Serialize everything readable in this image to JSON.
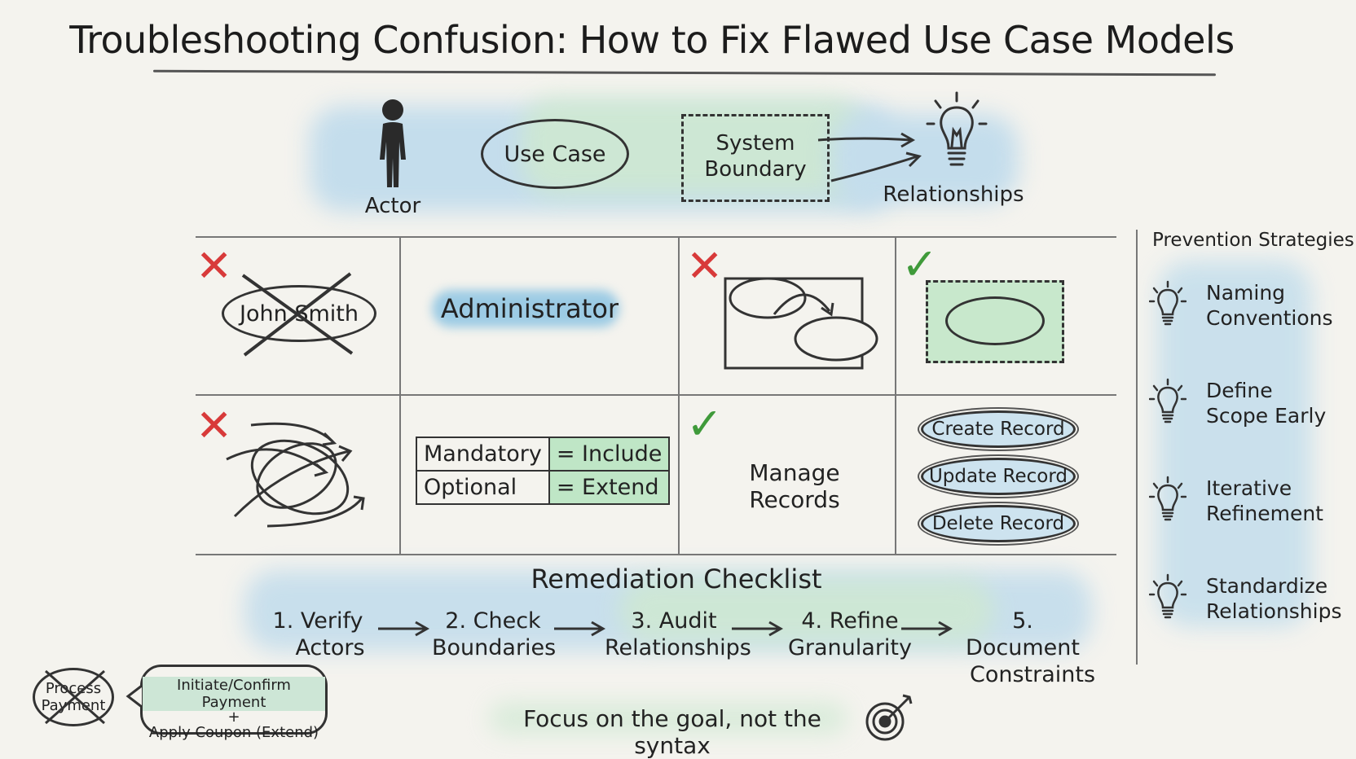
{
  "title": "Troubleshooting Confusion: How to Fix Flawed Use Case Models",
  "legend": {
    "actor": "Actor",
    "use_case": "Use Case",
    "system_boundary": "System Boundary",
    "relationships": "Relationships"
  },
  "grid": {
    "bad_actor_name": "John Smith",
    "good_actor_role": "Administrator",
    "include_extend_table": [
      {
        "condition": "Mandatory",
        "relation": "= Include"
      },
      {
        "condition": "Optional",
        "relation": "= Extend"
      }
    ],
    "merged_use_case": "Manage Records",
    "split_use_cases": [
      "Create Record",
      "Update Record",
      "Delete Record"
    ]
  },
  "checklist": {
    "heading": "Remediation Checklist",
    "steps": [
      {
        "line1": "1. Verify",
        "line2": "Actors"
      },
      {
        "line1": "2. Check",
        "line2": "Boundaries"
      },
      {
        "line1": "3. Audit",
        "line2": "Relationships"
      },
      {
        "line1": "4. Refine",
        "line2": "Granularity"
      },
      {
        "line1": "5. Document",
        "line2": "Constraints"
      }
    ]
  },
  "example": {
    "crossed_out": "Process Payment",
    "replacement_line1": "Initiate/Confirm Payment",
    "replacement_plus": "+",
    "replacement_line2": "Apply Coupon (Extend)"
  },
  "footer": {
    "tagline": "Focus on the goal, not the syntax",
    "icon": "target-icon"
  },
  "prevention": {
    "heading": "Prevention Strategies",
    "items": [
      {
        "line1": "Naming",
        "line2": "Conventions",
        "icon": "lightbulb-icon"
      },
      {
        "line1": "Define",
        "line2": "Scope Early",
        "icon": "lightbulb-icon"
      },
      {
        "line1": "Iterative",
        "line2": "Refinement",
        "icon": "lightbulb-icon"
      },
      {
        "line1": "Standardize",
        "line2": "Relationships",
        "icon": "lightbulb-icon"
      }
    ]
  },
  "colors": {
    "blue_wash": "#bcd9ea",
    "green_wash": "#c8e8cc",
    "wrong_mark": "#d83a3a",
    "right_mark": "#3f9a3a",
    "ink": "#222222"
  }
}
